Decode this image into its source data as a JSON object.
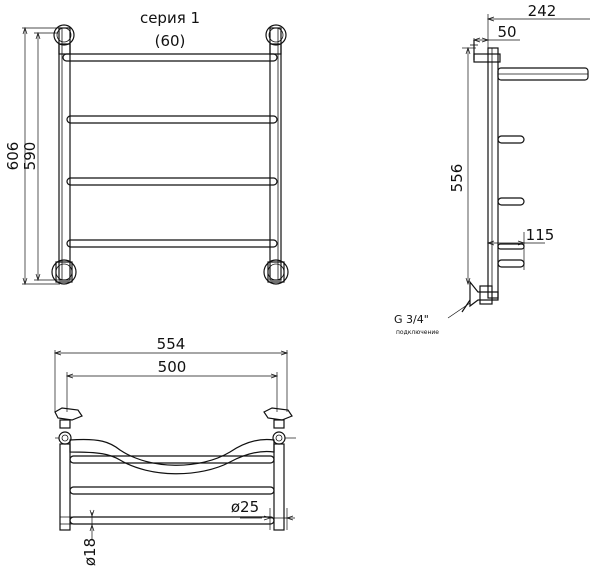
{
  "title": {
    "series": "серия 1",
    "model": "(60)"
  },
  "front": {
    "height_total": "606",
    "height_inner": "590"
  },
  "side": {
    "depth": "242",
    "offset": "50",
    "height": "556",
    "bar_depth": "115"
  },
  "connection": {
    "thread": "G 3/4\"",
    "note": "подключение"
  },
  "top": {
    "width_total": "554",
    "width_inner": "500",
    "pipe_d": "ø25",
    "bar_d": "ø18"
  }
}
